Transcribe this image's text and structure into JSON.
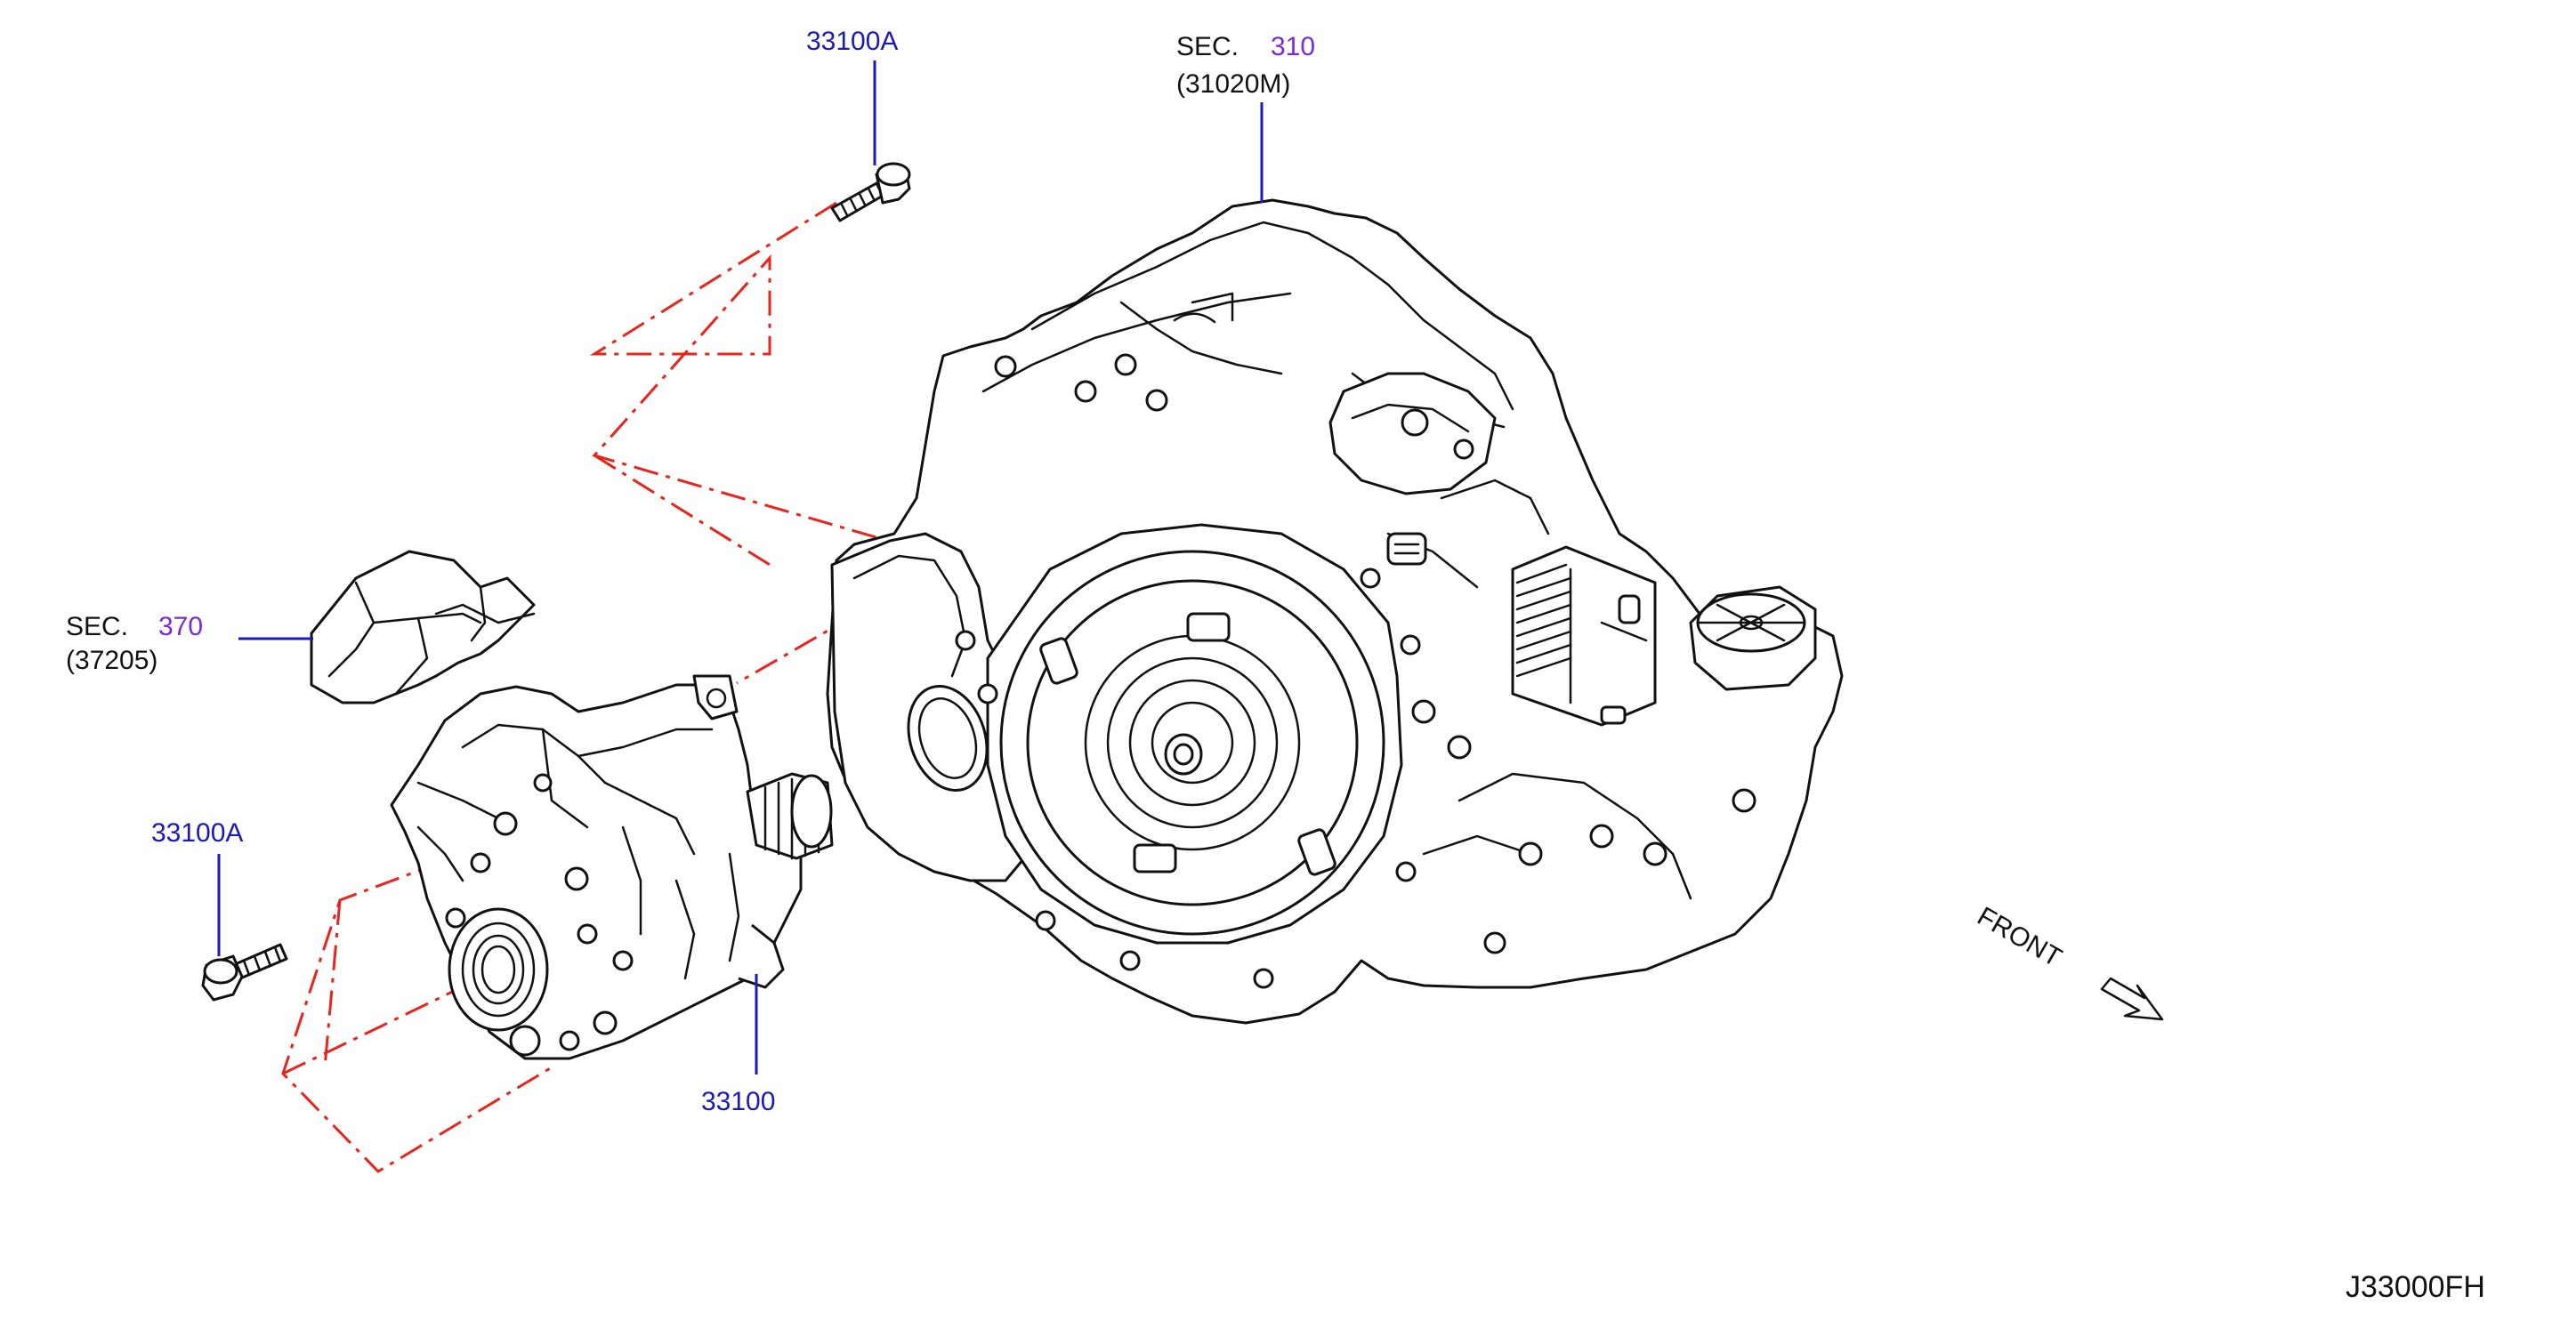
{
  "diagram_id": "J33000FH",
  "callouts": {
    "sec310": {
      "prefix": "SEC.",
      "number": "310",
      "sub": "(31020M)"
    },
    "sec370": {
      "prefix": "SEC.",
      "number": "370",
      "sub": "(37205)"
    },
    "bolt_top": "33100A",
    "bolt_left": "33100A",
    "transfer": "33100"
  },
  "front_label": "FRONT",
  "colors": {
    "part_number": "#1a1ab8",
    "section_number": "#7a2bd6",
    "phantom_line": "#e8241c",
    "line_art": "#111111"
  }
}
